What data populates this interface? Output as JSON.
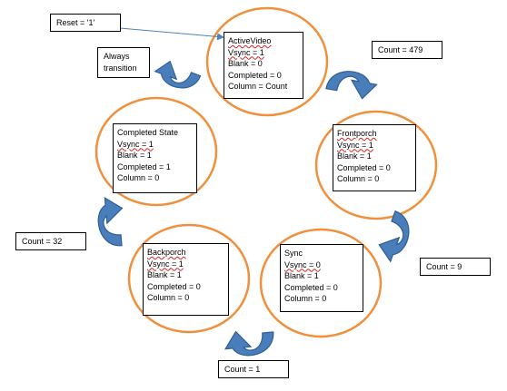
{
  "reset_label": "Reset = '1'",
  "always_label": [
    "Always",
    "transition"
  ],
  "states": {
    "active_video": {
      "title": "ActiveVideo",
      "lines": [
        "Vsync = 1",
        "Blank = 0",
        "Completed = 0",
        "Column = Count"
      ]
    },
    "frontporch": {
      "title": "Frontporch",
      "lines": [
        "Vsync = 1",
        "Blank = 1",
        "Completed = 0",
        "Column = 0"
      ]
    },
    "sync": {
      "title": "Sync",
      "lines": [
        "Vsync = 0",
        "Blank = 1",
        "Completed = 0",
        "Column = 0"
      ]
    },
    "backporch": {
      "title": "Backporch",
      "lines": [
        "Vsync = 1",
        "Blank = 1",
        "Completed = 0",
        "Column = 0"
      ]
    },
    "completed": {
      "title": "Completed State",
      "lines": [
        "Vsync = 1",
        "Blank = 1",
        "Completed = 1",
        "Column = 0"
      ]
    }
  },
  "transitions": {
    "active_to_front": "Count = 479",
    "front_to_sync": "Count = 9",
    "sync_to_back": "Count = 1",
    "back_to_completed": "Count = 32"
  },
  "colors": {
    "circle_stroke": "#f0903c",
    "arrow_fill": "#4a7ebb",
    "arrow_stroke": "#2e5d94",
    "reset_line": "#4f81bd"
  }
}
